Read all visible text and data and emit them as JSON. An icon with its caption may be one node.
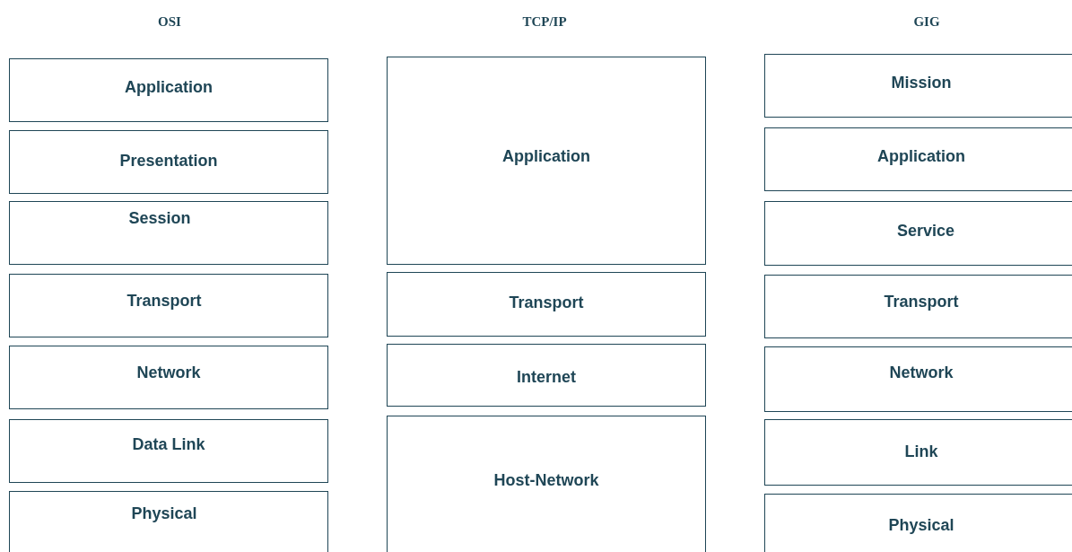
{
  "diagram": {
    "nodes": [
      {
        "text": [
          "Application"
        ]
      },
      {
        "text": [
          "Presentation"
        ]
      },
      {
        "text": [
          "Session"
        ]
      },
      {
        "text": [
          "Transport"
        ]
      },
      {
        "text": [
          "Network"
        ]
      },
      {
        "text": [
          "Data Link"
        ]
      },
      {
        "text": [
          "Physical"
        ]
      },
      {
        "text": [
          "Application"
        ]
      },
      {
        "text": [
          "Transport"
        ]
      },
      {
        "text": [
          "Internet"
        ]
      },
      {
        "text": [
          "Host-Network"
        ]
      },
      {
        "text": [
          "Mission"
        ]
      },
      {
        "text": [
          "Application"
        ]
      },
      {
        "text": [
          "Service"
        ]
      },
      {
        "text": [
          "Transport"
        ]
      },
      {
        "text": [
          "Network"
        ]
      },
      {
        "text": [
          "Link"
        ]
      },
      {
        "text": [
          "Physical"
        ]
      }
    ],
    "edges": [],
    "labels": [
      "OSI",
      "TCP/IP",
      "GIG"
    ]
  }
}
